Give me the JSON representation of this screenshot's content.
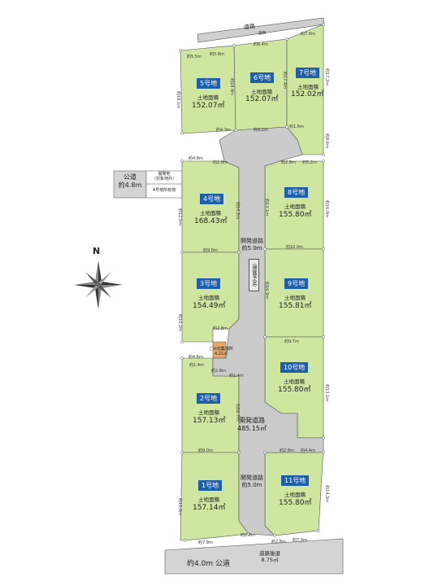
{
  "roads": {
    "top_road": "道路",
    "top_road_sub": "国有",
    "left_road": "公道",
    "left_road_width": "約4.8m",
    "bottom_road": "公道",
    "bottom_road_width": "約4.0m",
    "setback": "道路後退",
    "setback_area": "8.75㎡",
    "dev_road_top": "開発道路",
    "dev_road_top_width": "約5.0m",
    "dev_road_main": "開発道路",
    "dev_road_main_area": "485.15㎡",
    "dev_road_bottom": "開発道路",
    "dev_road_bottom_width": "約5.0m",
    "road_planned": "（帰属予定）",
    "footpath": "開発地",
    "footpath_sub": "（対象地外）",
    "lot4_owned": "4号地所有地"
  },
  "lots": [
    {
      "badge": "1号地",
      "label": "土地面積",
      "area": "157.14㎡"
    },
    {
      "badge": "2号地",
      "label": "土地面積",
      "area": "157.13㎡"
    },
    {
      "badge": "3号地",
      "label": "土地面積",
      "area": "154.49㎡"
    },
    {
      "badge": "4号地",
      "label": "土地面積",
      "area": "168.43㎡"
    },
    {
      "badge": "5号地",
      "label": "土地面積",
      "area": "152.07㎡"
    },
    {
      "badge": "6号地",
      "label": "土地面積",
      "area": "152.07㎡"
    },
    {
      "badge": "7号地",
      "label": "土地面積",
      "area": "152.02㎡"
    },
    {
      "badge": "8号地",
      "label": "土地面積",
      "area": "155.80㎡"
    },
    {
      "badge": "9号地",
      "label": "土地面積",
      "area": "155.81㎡"
    },
    {
      "badge": "10号地",
      "label": "土地面積",
      "area": "155.80㎡"
    },
    {
      "badge": "11号地",
      "label": "土地面積",
      "area": "155.80㎡"
    }
  ],
  "garbage": {
    "label": "ごみ収集場所",
    "area": "4.21㎡"
  },
  "compass": "N",
  "dims": {
    "d_top1": "約5.5m",
    "d_top2": "約5.8m",
    "d_top3": "約6.4m",
    "d_top4": "約7.0m",
    "d_43": "約4.3m",
    "d_92": "約9.2m",
    "d_16": "約1.6m",
    "d_48": "約4.8m",
    "d_28a": "約2.8m",
    "d_28b": "約2.8m",
    "d_52": "約5.2m",
    "d_96": "約9.6m",
    "d_100": "約10.0m",
    "d_28c": "約2.8m",
    "d_46": "約4.6m",
    "d_14a": "約1.4m",
    "d_28d": "約2.8m",
    "d_14b": "約1.4m",
    "d_97": "約9.7m",
    "d_90": "約9.0m",
    "d_28e": "約2.8m",
    "d_44": "約4.4m",
    "d_79": "約7.9m",
    "d_28f": "約2.8m",
    "d_28g": "約2.8m",
    "d_70": "約7.0m",
    "v_181": "約18.1m",
    "v_184": "約18.4m",
    "v_174": "約17.4m",
    "v_172": "約17.2m",
    "v_96": "約9.6m",
    "v_125": "約12.5m",
    "v_142": "約14.2m",
    "v_131": "約13.1m",
    "v_160": "約16.0m",
    "v_102": "約10.2m",
    "v_169": "約16.9m",
    "v_167": "約16.7m",
    "v_131b": "約13.1m",
    "v_150": "約15.0m",
    "v_143": "約14.3m"
  }
}
